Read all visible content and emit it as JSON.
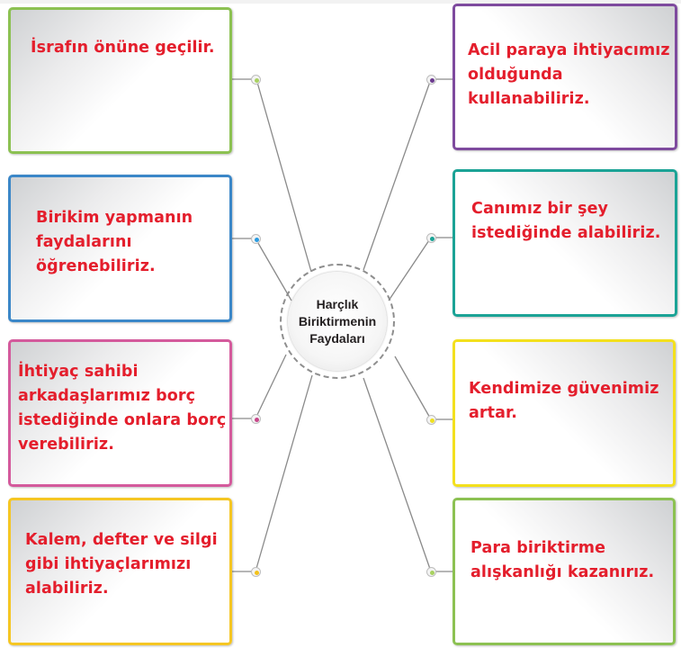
{
  "center": {
    "title_lines": [
      "Harçlık",
      "Biriktirmenin",
      "Faydaları"
    ]
  },
  "colors": {
    "text": "#e41e2c",
    "green": "#8cc152",
    "blue": "#2f7fc1",
    "pink": "#d45a9c",
    "yellow_orange": "#f5c623",
    "purple": "#7e4a9e",
    "teal": "#1ba396",
    "yellow": "#f3e01d",
    "lime": "#8cc152"
  },
  "boxes": [
    {
      "id": "left-1",
      "side": "left",
      "border": "#8cc152",
      "dot": "#9ccc5a",
      "lines": [
        "İsrafın önüne geçilir."
      ]
    },
    {
      "id": "left-2",
      "side": "left",
      "border": "#3b87c8",
      "dot": "#2a9be0",
      "lines": [
        "Birikim yapmanın",
        "faydalarını",
        "öğrenebiliriz."
      ]
    },
    {
      "id": "left-3",
      "side": "left",
      "border": "#d45a9c",
      "dot": "#c8478a",
      "lines": [
        "İhtiyaç sahibi",
        "arkadaşlarımız borç",
        "istediğinde onlara borç",
        "verebiliriz."
      ]
    },
    {
      "id": "left-4",
      "side": "left",
      "border": "#f5c623",
      "dot": "#f3c21b",
      "lines": [
        "Kalem, defter ve silgi",
        "gibi ihtiyaçlarımızı",
        "alabiliriz."
      ]
    },
    {
      "id": "right-1",
      "side": "right",
      "border": "#7e4a9e",
      "dot": "#6b3a8e",
      "lines": [
        "Acil paraya ihtiyacımız",
        "olduğunda",
        "kullanabiliriz."
      ]
    },
    {
      "id": "right-2",
      "side": "right",
      "border": "#1ba396",
      "dot": "#1ba396",
      "lines": [
        "Canımız bir şey",
        "istediğinde alabiliriz."
      ]
    },
    {
      "id": "right-3",
      "side": "right",
      "border": "#f3e01d",
      "dot": "#efe020",
      "lines": [
        "Kendimize güvenimiz",
        "artar."
      ]
    },
    {
      "id": "right-4",
      "side": "right",
      "border": "#8cc152",
      "dot": "#9ccc5a",
      "lines": [
        "Para biriktirme",
        "alışkanlığı kazanırız."
      ]
    }
  ]
}
